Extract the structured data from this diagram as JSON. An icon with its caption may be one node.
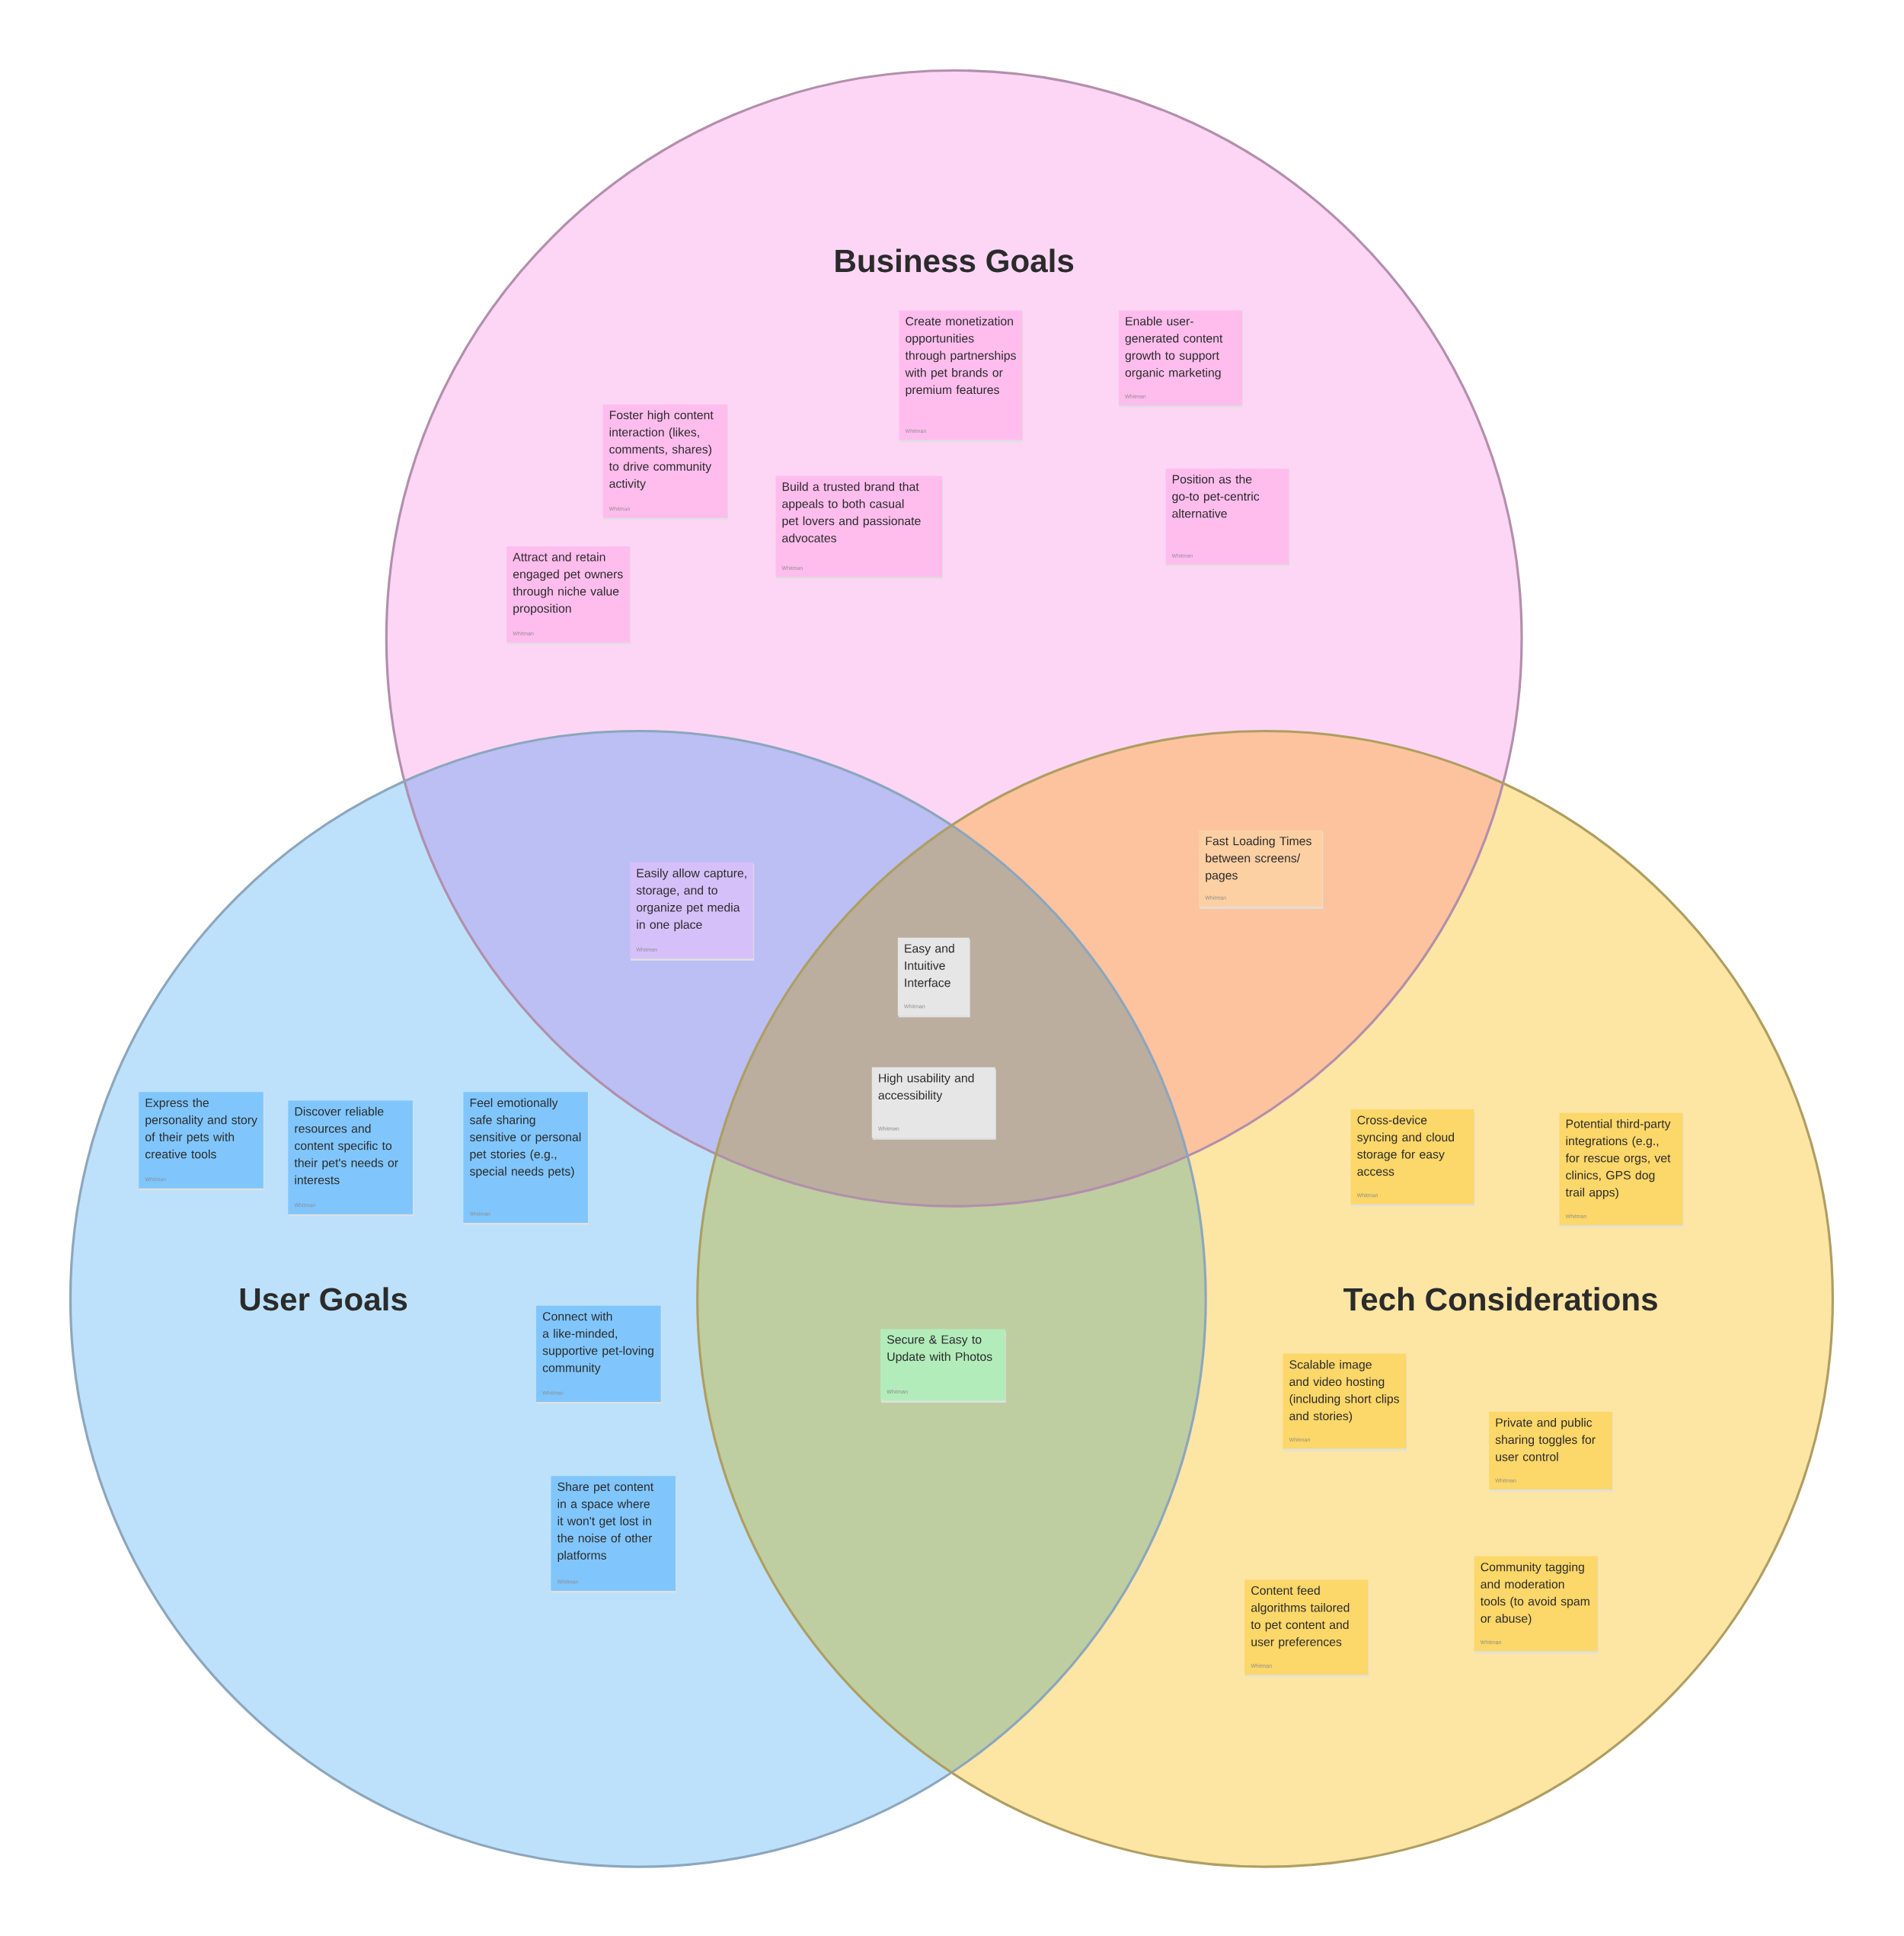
{
  "diagram": {
    "nodes": [
      {
        "text": [
          "Business Goals"
        ]
      },
      {
        "text": [
          "User Goals"
        ]
      },
      {
        "text": [
          "Tech Considerations"
        ]
      },
      {
        "text": [
          "Create monetization opportunities through partnerships with pet brands or premium features",
          "Whitman"
        ],
        "in": 0
      },
      {
        "text": [
          "Enable user-generated content growth to support organic marketing",
          "Whitman"
        ],
        "in": 0
      },
      {
        "text": [
          "Foster high content interaction (likes, comments, shares) to drive community activity",
          "Whitman"
        ],
        "in": 0
      },
      {
        "text": [
          "Build a trusted brand that appeals to both casual pet lovers and passionate advocates",
          "Whitman"
        ],
        "in": 0
      },
      {
        "text": [
          "Position as the go-to pet-centric alternative",
          "Whitman"
        ],
        "in": 0
      },
      {
        "text": [
          "Attract and retain engaged pet owners through niche value proposition",
          "Whitman"
        ],
        "in": 0
      },
      {
        "text": [
          "Easily allow capture, storage, and to organize pet media in one place",
          "Whitman"
        ]
      },
      {
        "text": [
          "Fast Loading Times between screens/ pages",
          "Whitman"
        ]
      },
      {
        "text": [
          "Easy and Intuitive Interface",
          "Whitman"
        ]
      },
      {
        "text": [
          "High usability and accessibility",
          "Whitman"
        ]
      },
      {
        "text": [
          "Express the personality and story of their pets with creative tools",
          "Whitman"
        ],
        "in": 1
      },
      {
        "text": [
          "Discover reliable resources and content specific to their pet's needs or interests",
          "Whitman"
        ],
        "in": 1
      },
      {
        "text": [
          "Feel emotionally safe sharing sensitive or personal pet stories (e.g., special needs pets)",
          "Whitman"
        ],
        "in": 1
      },
      {
        "text": [
          "Connect with a like-minded, supportive pet-loving community",
          "Whitman"
        ],
        "in": 1
      },
      {
        "text": [
          "Share pet content in a space where it won't get lost in the noise of other platforms",
          "Whitman"
        ],
        "in": 1
      },
      {
        "text": [
          "Secure & Easy to Update with Photos",
          "Whitman"
        ]
      },
      {
        "text": [
          "Cross-device syncing and cloud storage for easy access",
          "Whitman"
        ],
        "in": 2
      },
      {
        "text": [
          "Potential third-party integrations (e.g., for rescue orgs, vet clinics, GPS dog trail apps)",
          "Whitman"
        ],
        "in": 2
      },
      {
        "text": [
          "Scalable image and video hosting (including short clips and stories)",
          "Whitman"
        ],
        "in": 2
      },
      {
        "text": [
          "Private and public sharing toggles for user control",
          "Whitman"
        ],
        "in": 2
      },
      {
        "text": [
          "Community tagging and moderation tools (to avoid spam or abuse)",
          "Whitman"
        ],
        "in": 2
      },
      {
        "text": [
          "Content feed algorithms tailored to pet content and user preferences",
          "Whitman"
        ],
        "in": 2
      }
    ]
  }
}
